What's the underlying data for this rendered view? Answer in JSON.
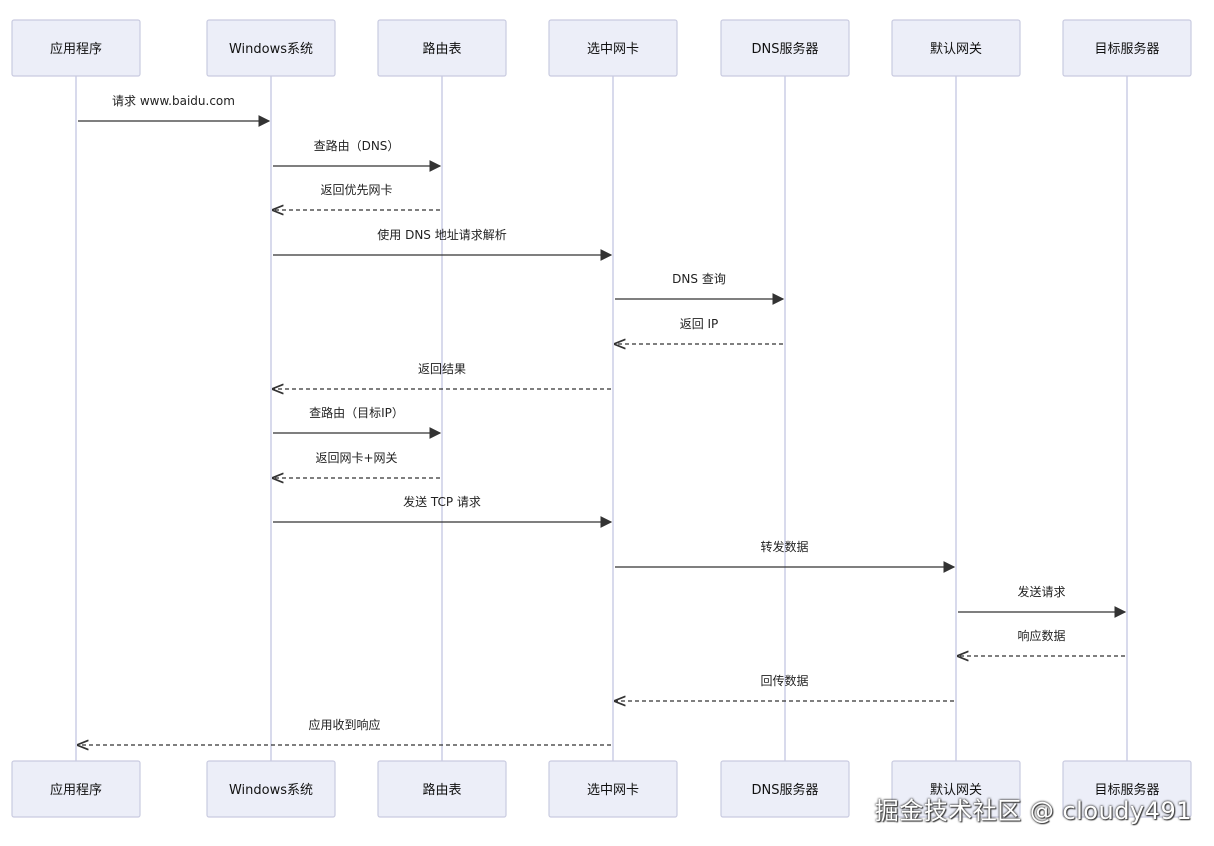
{
  "participants": [
    {
      "id": "app",
      "label": "应用程序"
    },
    {
      "id": "win",
      "label": "Windows系统"
    },
    {
      "id": "route",
      "label": "路由表"
    },
    {
      "id": "nic",
      "label": "选中网卡"
    },
    {
      "id": "dns",
      "label": "DNS服务器"
    },
    {
      "id": "gw",
      "label": "默认网关"
    },
    {
      "id": "srv",
      "label": "目标服务器"
    }
  ],
  "messages": [
    {
      "from": "app",
      "to": "win",
      "label": "请求 www.baidu.com",
      "style": "solid"
    },
    {
      "from": "win",
      "to": "route",
      "label": "查路由（DNS）",
      "style": "solid"
    },
    {
      "from": "route",
      "to": "win",
      "label": "返回优先网卡",
      "style": "dashed"
    },
    {
      "from": "win",
      "to": "nic",
      "label": "使用 DNS 地址请求解析",
      "style": "solid"
    },
    {
      "from": "nic",
      "to": "dns",
      "label": "DNS 查询",
      "style": "solid"
    },
    {
      "from": "dns",
      "to": "nic",
      "label": "返回 IP",
      "style": "dashed"
    },
    {
      "from": "nic",
      "to": "win",
      "label": "返回结果",
      "style": "dashed"
    },
    {
      "from": "win",
      "to": "route",
      "label": "查路由（目标IP）",
      "style": "solid"
    },
    {
      "from": "route",
      "to": "win",
      "label": "返回网卡+网关",
      "style": "dashed"
    },
    {
      "from": "win",
      "to": "nic",
      "label": "发送 TCP 请求",
      "style": "solid"
    },
    {
      "from": "nic",
      "to": "gw",
      "label": "转发数据",
      "style": "solid"
    },
    {
      "from": "gw",
      "to": "srv",
      "label": "发送请求",
      "style": "solid"
    },
    {
      "from": "srv",
      "to": "gw",
      "label": "响应数据",
      "style": "dashed"
    },
    {
      "from": "gw",
      "to": "nic",
      "label": "回传数据",
      "style": "dashed"
    },
    {
      "from": "nic",
      "to": "app",
      "label": "应用收到响应",
      "style": "dashed"
    }
  ],
  "watermark": "掘金技术社区 @ cloudy491",
  "colors": {
    "actor_fill": "#eceef8",
    "actor_border": "#c9cbe0",
    "lifeline": "#cfd0e8",
    "arrow": "#333333"
  }
}
